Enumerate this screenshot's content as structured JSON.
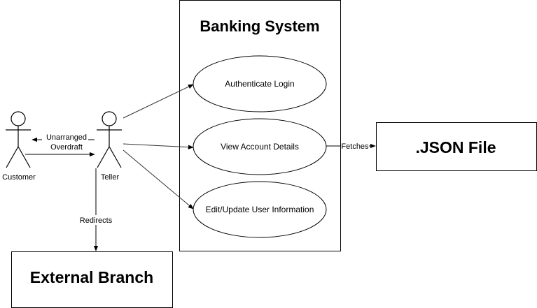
{
  "diagram": {
    "system_title": "Banking System",
    "actors": {
      "customer": "Customer",
      "teller": "Teller"
    },
    "use_cases": {
      "authenticate": "Authenticate Login",
      "view_details": "View Account Details",
      "edit_info": "Edit/Update User Information"
    },
    "boxes": {
      "json_file": ".JSON File",
      "external_branch": "External Branch"
    },
    "edge_labels": {
      "unarranged": "Unarranged",
      "overdraft": "Overdraft",
      "fetches": "Fetches",
      "redirects": "Redirects"
    },
    "colors": {
      "stroke": "#000000",
      "arrow_line": "#333333",
      "background": "#ffffff"
    }
  }
}
